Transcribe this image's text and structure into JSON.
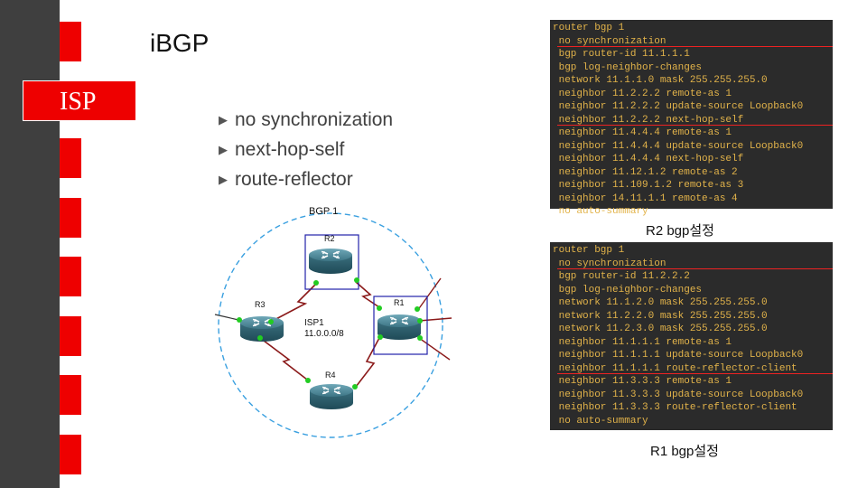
{
  "sidebar": {
    "label": "ISP"
  },
  "slide": {
    "title": "iBGP",
    "bullets": [
      "no synchronization",
      "next-hop-self",
      "route-reflector"
    ]
  },
  "diagram": {
    "area_label": "BGP 1",
    "isp_label": "ISP1",
    "network_label": "11.0.0.0/8",
    "routers": {
      "r1": "R1",
      "r2": "R2",
      "r3": "R3",
      "r4": "R4"
    },
    "colors": {
      "dashed_circle": "#3aa0e0",
      "serial_link": "#8b1a1a",
      "link_endpoint": "#22cc22",
      "highlight_box": "#2222aa"
    }
  },
  "r2_config": {
    "caption": "R2 bgp설정",
    "lines": [
      {
        "text": "router bgp 1",
        "underline": false
      },
      {
        "text": " no synchronization",
        "underline": true
      },
      {
        "text": " bgp router-id 11.1.1.1",
        "underline": false
      },
      {
        "text": " bgp log-neighbor-changes",
        "underline": false
      },
      {
        "text": " network 11.1.1.0 mask 255.255.255.0",
        "underline": false
      },
      {
        "text": " neighbor 11.2.2.2 remote-as 1",
        "underline": false
      },
      {
        "text": " neighbor 11.2.2.2 update-source Loopback0",
        "underline": false
      },
      {
        "text": " neighbor 11.2.2.2 next-hop-self",
        "underline": true
      },
      {
        "text": " neighbor 11.4.4.4 remote-as 1",
        "underline": false
      },
      {
        "text": " neighbor 11.4.4.4 update-source Loopback0",
        "underline": false
      },
      {
        "text": " neighbor 11.4.4.4 next-hop-self",
        "underline": false
      },
      {
        "text": " neighbor 11.12.1.2 remote-as 2",
        "underline": false
      },
      {
        "text": " neighbor 11.109.1.2 remote-as 3",
        "underline": false
      },
      {
        "text": " neighbor 14.11.1.1 remote-as 4",
        "underline": false
      },
      {
        "text": " no auto-summary",
        "underline": false
      }
    ]
  },
  "r1_config": {
    "caption": "R1 bgp설정",
    "lines": [
      {
        "text": "router bgp 1",
        "underline": false
      },
      {
        "text": " no synchronization",
        "underline": true
      },
      {
        "text": " bgp router-id 11.2.2.2",
        "underline": false
      },
      {
        "text": " bgp log-neighbor-changes",
        "underline": false
      },
      {
        "text": " network 11.1.2.0 mask 255.255.255.0",
        "underline": false
      },
      {
        "text": " network 11.2.2.0 mask 255.255.255.0",
        "underline": false
      },
      {
        "text": " network 11.2.3.0 mask 255.255.255.0",
        "underline": false
      },
      {
        "text": " neighbor 11.1.1.1 remote-as 1",
        "underline": false
      },
      {
        "text": " neighbor 11.1.1.1 update-source Loopback0",
        "underline": false
      },
      {
        "text": " neighbor 11.1.1.1 route-reflector-client",
        "underline": true
      },
      {
        "text": " neighbor 11.3.3.3 remote-as 1",
        "underline": false
      },
      {
        "text": " neighbor 11.3.3.3 update-source Loopback0",
        "underline": false
      },
      {
        "text": " neighbor 11.3.3.3 route-reflector-client",
        "underline": false
      },
      {
        "text": " no auto-summary",
        "underline": false
      }
    ]
  },
  "theme": {
    "accent": "#ee0000",
    "sidebar_bg": "#3f3f3f",
    "code_bg": "#2b2b2b",
    "code_text": "#e2b34a",
    "underline": "#ee2222"
  }
}
